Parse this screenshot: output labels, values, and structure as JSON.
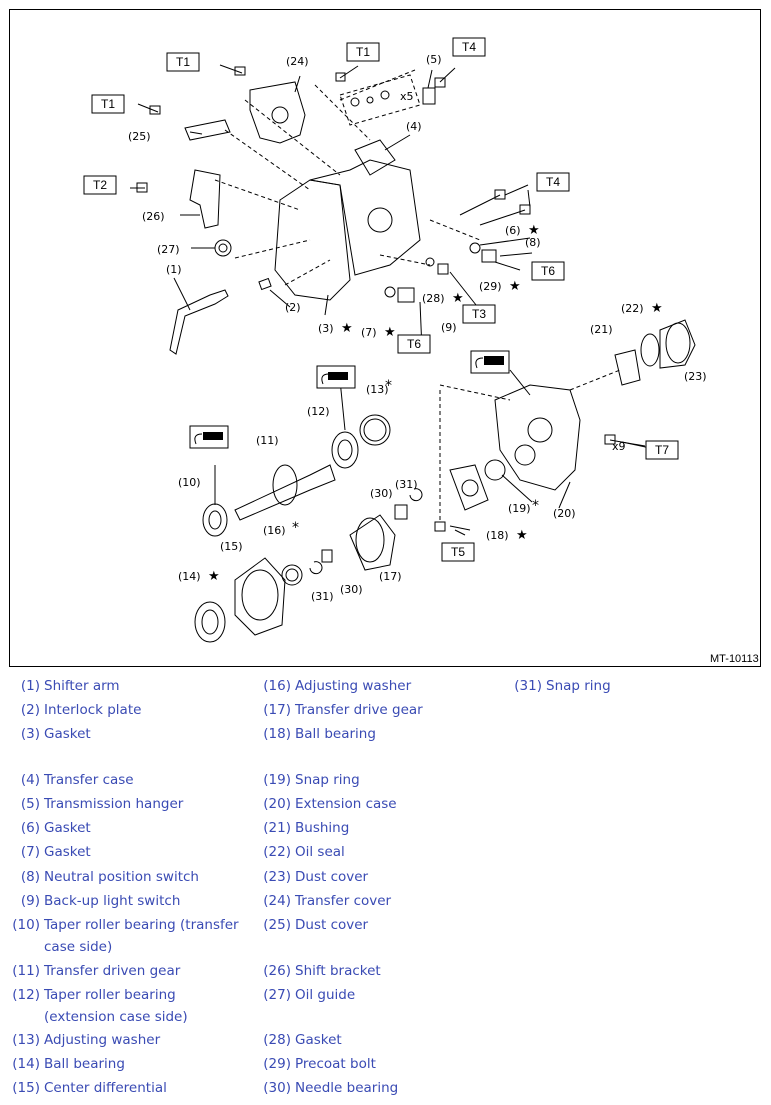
{
  "figure_code": "MT-10113",
  "torque_labels": [
    "T1",
    "T1",
    "T1",
    "T2",
    "T3",
    "T4",
    "T4",
    "T5",
    "T6",
    "T6",
    "T7"
  ],
  "callouts": [
    "(1)",
    "(2)",
    "(3)",
    "(4)",
    "(5)",
    "(6)",
    "(7)",
    "(8)",
    "(9)",
    "(10)",
    "(11)",
    "(12)",
    "(13)",
    "(14)",
    "(15)",
    "(16)",
    "(17)",
    "(18)",
    "(19)",
    "(20)",
    "(21)",
    "(22)",
    "(23)",
    "(24)",
    "(25)",
    "(26)",
    "(27)",
    "(28)",
    "(29)",
    "(30)",
    "(30)",
    "(31)",
    "(31)"
  ],
  "quantity_labels": [
    "x5",
    "x9"
  ],
  "legend": [
    {
      "num": "(1)",
      "text": "Shifter arm"
    },
    {
      "num": "(2)",
      "text": "Interlock plate"
    },
    {
      "num": "(3)",
      "text": "Gasket"
    },
    {
      "num": "(4)",
      "text": "Transfer case"
    },
    {
      "num": "(5)",
      "text": "Transmission hanger"
    },
    {
      "num": "(6)",
      "text": "Gasket"
    },
    {
      "num": "(7)",
      "text": "Gasket"
    },
    {
      "num": "(8)",
      "text": "Neutral position switch"
    },
    {
      "num": "(9)",
      "text": "Back-up light switch"
    },
    {
      "num": "(10)",
      "text": "Taper roller bearing (transfer case side)"
    },
    {
      "num": "(11)",
      "text": "Transfer driven gear"
    },
    {
      "num": "(12)",
      "text": "Taper roller bearing (extension case side)"
    },
    {
      "num": "(13)",
      "text": "Adjusting washer"
    },
    {
      "num": "(14)",
      "text": "Ball bearing"
    },
    {
      "num": "(15)",
      "text": "Center differential"
    },
    {
      "num": "(16)",
      "text": "Adjusting washer"
    },
    {
      "num": "(17)",
      "text": "Transfer drive gear"
    },
    {
      "num": "(18)",
      "text": "Ball bearing"
    },
    {
      "num": "(19)",
      "text": "Snap ring"
    },
    {
      "num": "(20)",
      "text": "Extension case"
    },
    {
      "num": "(21)",
      "text": "Bushing"
    },
    {
      "num": "(22)",
      "text": "Oil seal"
    },
    {
      "num": "(23)",
      "text": "Dust cover"
    },
    {
      "num": "(24)",
      "text": "Transfer cover"
    },
    {
      "num": "(25)",
      "text": "Dust cover"
    },
    {
      "num": "(26)",
      "text": "Shift bracket"
    },
    {
      "num": "(27)",
      "text": "Oil guide"
    },
    {
      "num": "(28)",
      "text": "Gasket"
    },
    {
      "num": "(29)",
      "text": "Precoat bolt"
    },
    {
      "num": "(30)",
      "text": "Needle bearing"
    },
    {
      "num": "(31)",
      "text": "Snap ring"
    }
  ],
  "colors": {
    "legend_text": "#3a4bb4",
    "line": "#000000"
  }
}
